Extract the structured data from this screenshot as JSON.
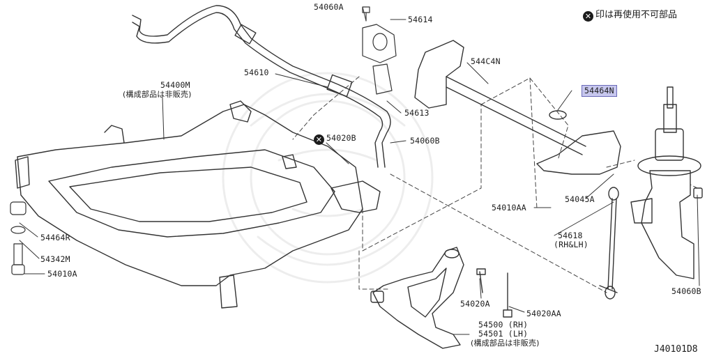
{
  "legend": {
    "icon": "x-circle-icon",
    "text": "印は再使用不可部品"
  },
  "diagram_code": "J40101D8",
  "highlight_color": "#c7c7ee",
  "labels": {
    "p54060A": "54060A",
    "p54614": "54614",
    "p544C4N": "544C4N",
    "p54464N": "54464N",
    "p54610": "54610",
    "p54400M": "54400M",
    "p54400M_note": "(構成部品は非販売)",
    "p54613": "54613",
    "p54020B": "54020B",
    "p54060B_upper": "54060B",
    "p54045A": "54045A",
    "p54010AA": "54010AA",
    "p54618": "54618",
    "p54618_note": "(RH&LH)",
    "p54464R": "54464R",
    "p54342M": "54342M",
    "p54010A": "54010A",
    "p54060B_right": "54060B",
    "p54020A": "54020A",
    "p54020AA": "54020AA",
    "p54500": "54500 (RH)",
    "p54501": "54501 (LH)",
    "p54500_note": "(構成部品は非販売)"
  }
}
